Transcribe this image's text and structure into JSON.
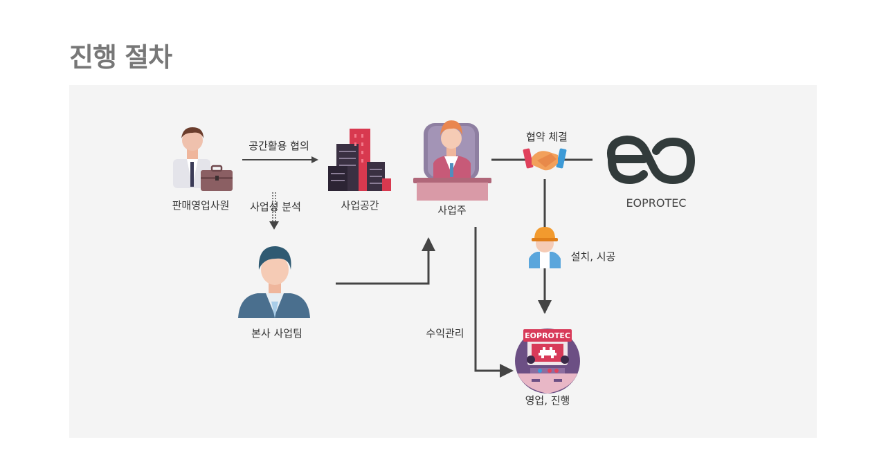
{
  "title": "진행 절차",
  "nodes": {
    "salesperson": "판매영업사원",
    "business_space": "사업공간",
    "owner": "사업주",
    "company": "EOPROTEC",
    "hq_team": "본사 사업팀",
    "sales": "영업, 진행"
  },
  "edges": {
    "space_consult": "공간활용 협의",
    "feasibility": "사업성 분석",
    "contract": "협약 체결",
    "install": "설치, 시공",
    "revenue": "수익관리"
  },
  "machine_sign": "EOPROTEC",
  "colors": {
    "arrow": "#444444",
    "logo": "#323b3b",
    "accent_red": "#e0415c",
    "panel_bg": "#f4f4f4"
  }
}
